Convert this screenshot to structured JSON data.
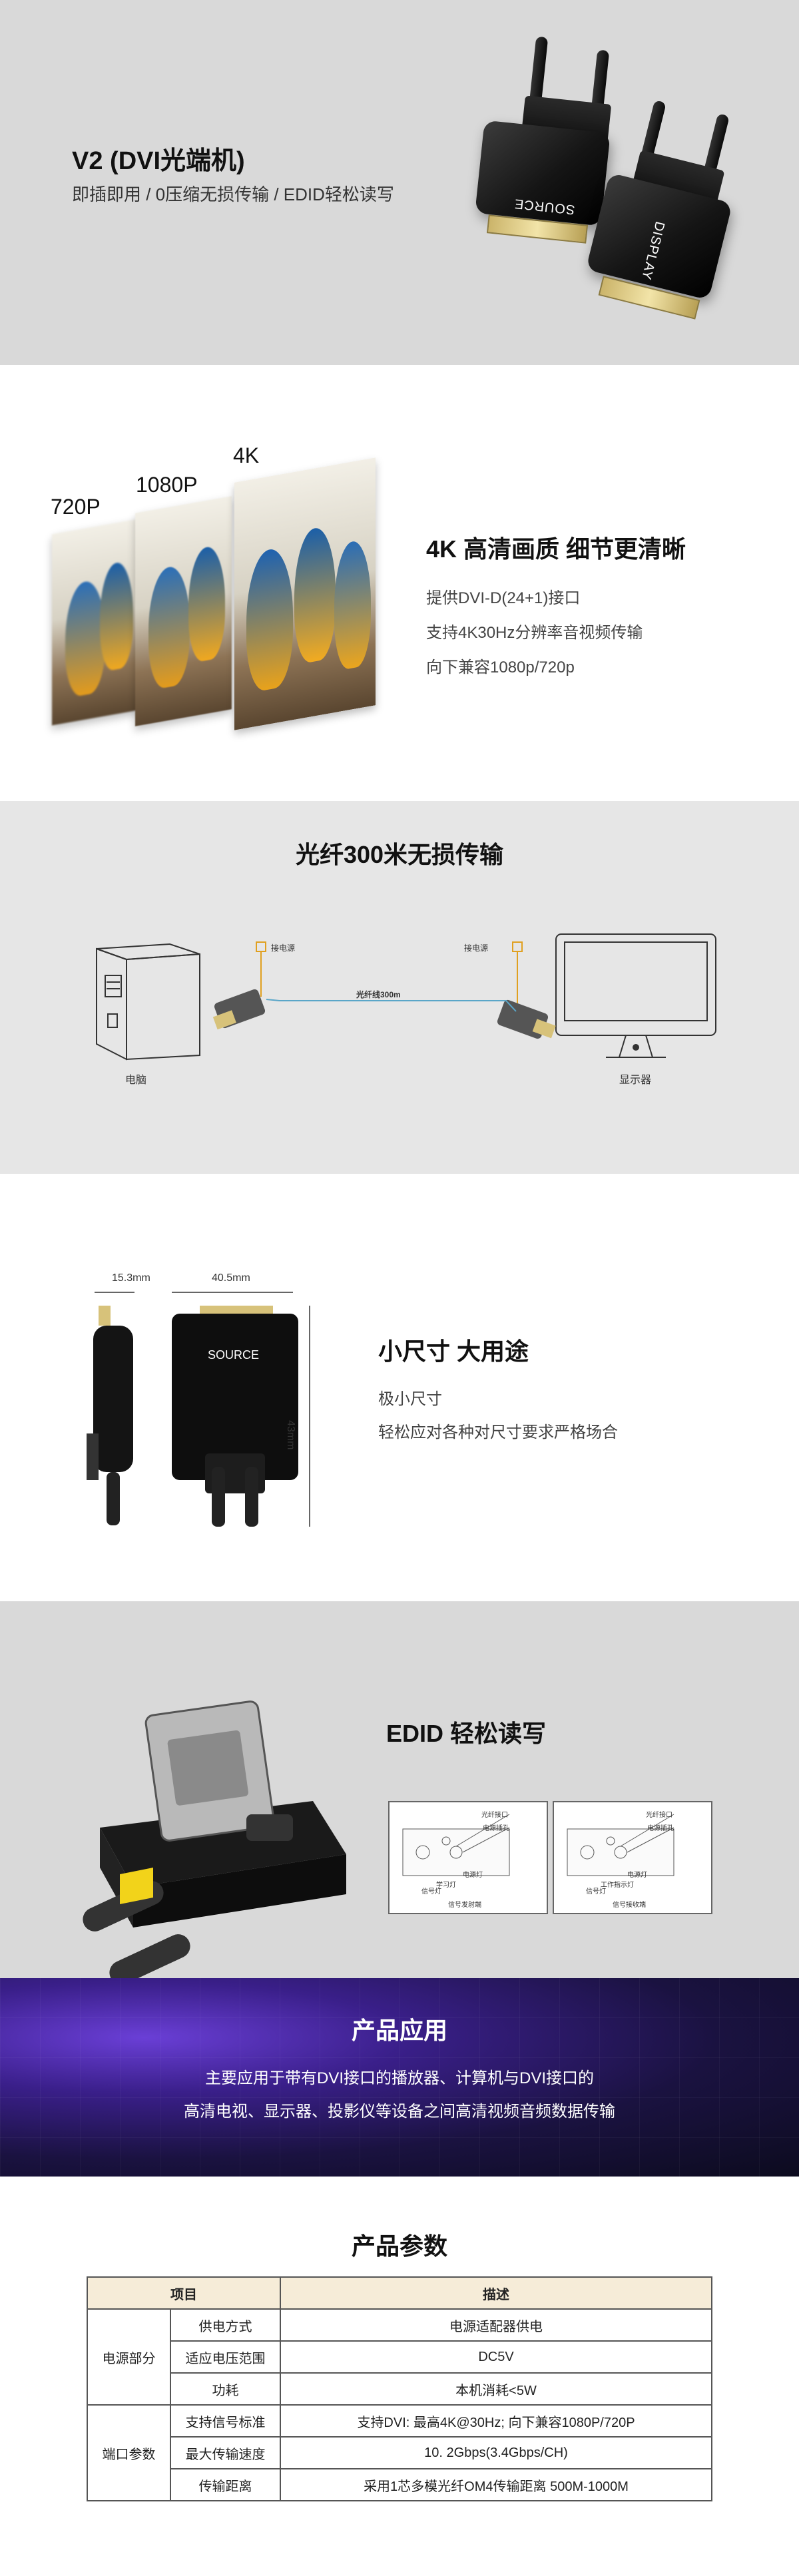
{
  "hero": {
    "title": "V2 (DVI光端机)",
    "subtitle": "即插即用  / 0压缩无损传输 / EDID轻松读写",
    "source_label": "SOURCE",
    "display_label": "DISPLAY"
  },
  "resolution": {
    "labels": [
      "720P",
      "1080P",
      "4K"
    ],
    "heading": "4K 高清画质  细节更清晰",
    "lines": [
      "提供DVI-D(24+1)接口",
      "支持4K30Hz分辨率音视频传输",
      "向下兼容1080p/720p"
    ]
  },
  "fiber": {
    "heading": "光纤300米无损传输",
    "power_left": "接电源",
    "power_right": "接电源",
    "fiber_label": "光纤线300m",
    "pc_label": "电脑",
    "monitor_label": "显示器"
  },
  "size": {
    "width_side": "15.3mm",
    "width_front": "40.5mm",
    "height": "43mm",
    "front_label": "SOURCE",
    "heading": "小尺寸 大用途",
    "lines": [
      "极小尺寸",
      "轻松应对各种对尺寸要求严格场合"
    ]
  },
  "edid": {
    "heading": "EDID 轻松读写",
    "left_panel": {
      "fiber_port": "光纤接口",
      "power_hole": "电源插孔",
      "study_light": "学习灯",
      "power_light": "电源灯",
      "signal_light": "信号灯",
      "caption": "信号发射端"
    },
    "right_panel": {
      "fiber_port": "光纤接口",
      "power_hole": "电源插孔",
      "power_light": "电源灯",
      "work_light": "工作指示灯",
      "signal_light": "信号灯",
      "caption": "信号接收端"
    }
  },
  "application": {
    "heading": "产品应用",
    "lines": [
      "主要应用于带有DVI接口的播放器、计算机与DVI接口的",
      "高清电视、显示器、投影仪等设备之间高清视频音频数据传输"
    ]
  },
  "params": {
    "heading": "产品参数",
    "header": [
      "项目",
      "描述"
    ],
    "groups": [
      {
        "name": "电源部分",
        "rows": [
          {
            "item": "供电方式",
            "desc": "电源适配器供电"
          },
          {
            "item": "适应电压范围",
            "desc": "DC5V"
          },
          {
            "item": "功耗",
            "desc": "本机消耗<5W"
          }
        ]
      },
      {
        "name": "端口参数",
        "rows": [
          {
            "item": "支持信号标准",
            "desc": "支持DVI: 最高4K@30Hz; 向下兼容1080P/720P"
          },
          {
            "item": "最大传输速度",
            "desc": "10. 2Gbps(3.4Gbps/CH)"
          },
          {
            "item": "传输距离",
            "desc": "采用1芯多模光纤OM4传输距离 500M-1000M"
          }
        ]
      }
    ]
  },
  "colors": {
    "hero_bg": "#d9d9d9",
    "table_header_bg": "#f6ecd8",
    "banner_accent": "#6a3fd6",
    "fiber_line": "#5aa6c8"
  }
}
